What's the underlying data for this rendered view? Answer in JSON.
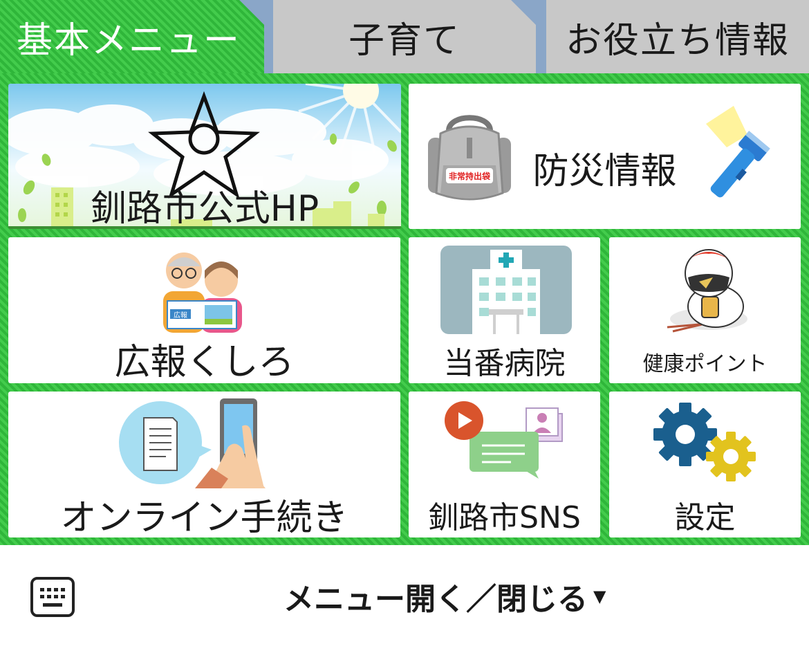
{
  "tabs": [
    {
      "label": "基本メニュー",
      "active": true
    },
    {
      "label": "子育て",
      "active": false
    },
    {
      "label": "お役立ち情報",
      "active": false
    }
  ],
  "tiles": {
    "hp": {
      "label": "釧路市公式HP",
      "icon": "city-emblem-icon"
    },
    "bousai": {
      "label": "防災情報",
      "bag_text": "非常持出袋",
      "icon": "emergency-bag-icon"
    },
    "kouhou": {
      "label": "広報くしろ",
      "magazine_text": "広報",
      "icon": "newsletter-readers-icon"
    },
    "toban": {
      "label": "当番病院",
      "icon": "hospital-icon"
    },
    "kenko": {
      "label": "健康ポイント",
      "icon": "crane-mascot-icon"
    },
    "online": {
      "label": "オンライン手続き",
      "icon": "smartphone-document-icon"
    },
    "sns": {
      "label": "釧路市SNS",
      "icon": "sns-chat-icon"
    },
    "settei": {
      "label": "設定",
      "icon": "gear-icon"
    }
  },
  "bottom": {
    "toggle_label": "メニュー開く／閉じる",
    "caret": "▼"
  },
  "colors": {
    "menu_green": "#36c441",
    "tab_gray": "#c8c8c8",
    "tab_frame": "#8aa6c8"
  }
}
